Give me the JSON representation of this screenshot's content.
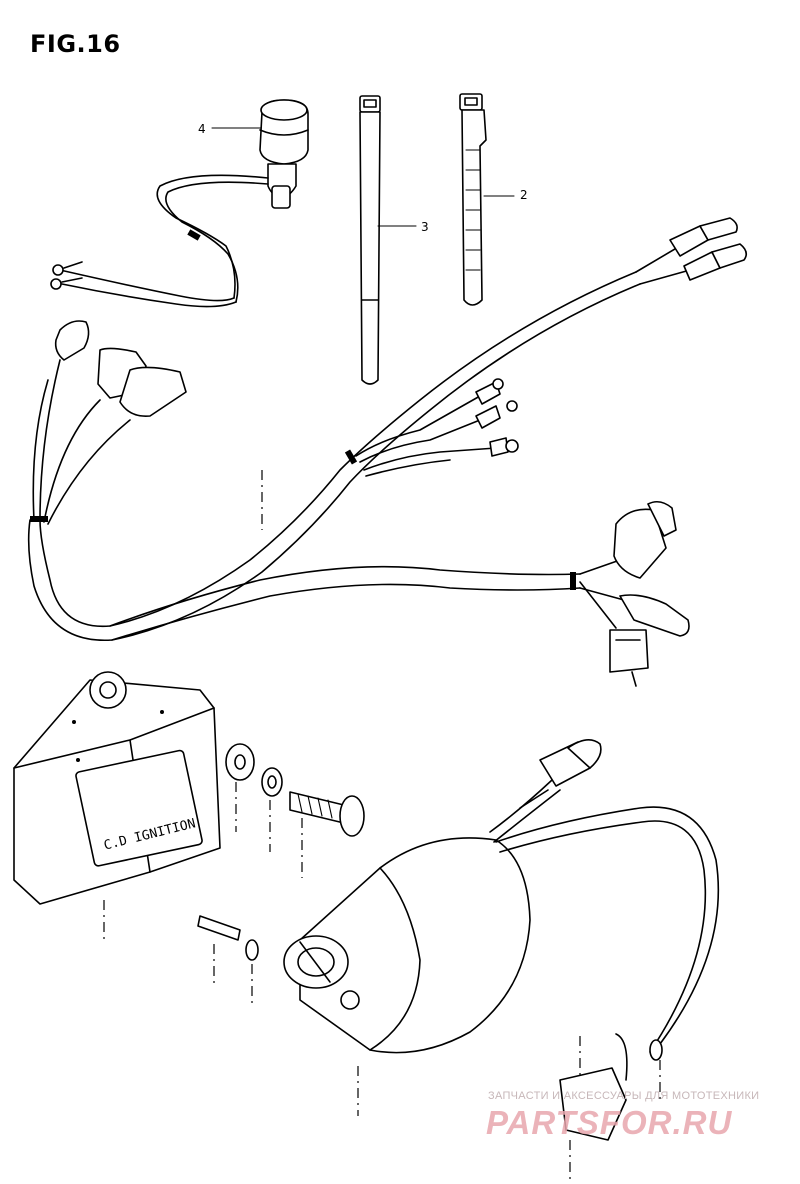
{
  "figure": {
    "title": "FIG.16"
  },
  "callouts": [
    {
      "id": "4",
      "label": "4"
    },
    {
      "id": "3",
      "label": "3"
    },
    {
      "id": "2",
      "label": "2"
    }
  ],
  "cdi_unit": {
    "label": "C.D IGNITION"
  },
  "watermark": {
    "tagline": "ЗАПЧАСТИ И АКСЕССУАРЫ ДЛЯ МОТОТЕХНИКИ",
    "brand": "PARTSFOR.RU"
  }
}
